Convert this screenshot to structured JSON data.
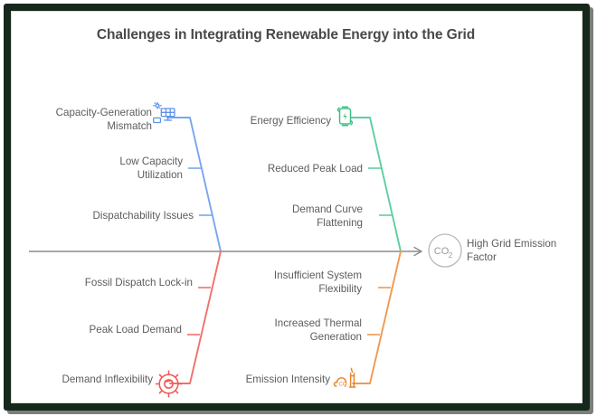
{
  "title": {
    "line1": "Challenges in Integrating Renewable Energy into the",
    "line2": "Grid"
  },
  "colors": {
    "blue": "#7ba6ef",
    "green": "#5ecfa0",
    "red": "#f2706e",
    "orange": "#ef9a52",
    "spine": "#8c8c8e",
    "text": "#5b5c5e",
    "title": "#49494c",
    "frame": "#16281c",
    "canvas": "#ffffff"
  },
  "spine": {
    "label": "fishbone-spine",
    "arrow": "arrow-right"
  },
  "head": {
    "icon": "co2-circle-icon",
    "icon_text_main": "CO",
    "icon_text_sub": "2",
    "label_line1": "High Grid Emission",
    "label_line2": "Factor"
  },
  "branches": [
    {
      "id": "capacity-generation-mismatch",
      "position": "upper-left",
      "color": "#7ba6ef",
      "icon": "solar-panel-icon",
      "head_label": "Capacity-Generation\nMismatch",
      "items": [
        {
          "label": "Low Capacity\nUtilization"
        },
        {
          "label": "Dispatchability Issues"
        }
      ]
    },
    {
      "id": "energy-efficiency",
      "position": "upper-right",
      "color": "#5ecfa0",
      "icon": "battery-energy-icon",
      "head_label": "Energy Efficiency",
      "items": [
        {
          "label": "Reduced Peak Load"
        },
        {
          "label": "Demand Curve\nFlattening"
        }
      ]
    },
    {
      "id": "demand-inflexibility",
      "position": "lower-left",
      "color": "#f2706e",
      "icon": "gear-icon",
      "head_label": "Demand Inflexibility",
      "items": [
        {
          "label": "Fossil Dispatch Lock-in"
        },
        {
          "label": "Peak Load Demand"
        }
      ]
    },
    {
      "id": "emission-intensity",
      "position": "lower-right",
      "color": "#ef9a52",
      "icon": "co2-smokestack-icon",
      "head_label": "Emission Intensity",
      "items": [
        {
          "label": "Insufficient System\nFlexibility"
        },
        {
          "label": "Increased Thermal\nGeneration"
        }
      ]
    }
  ]
}
